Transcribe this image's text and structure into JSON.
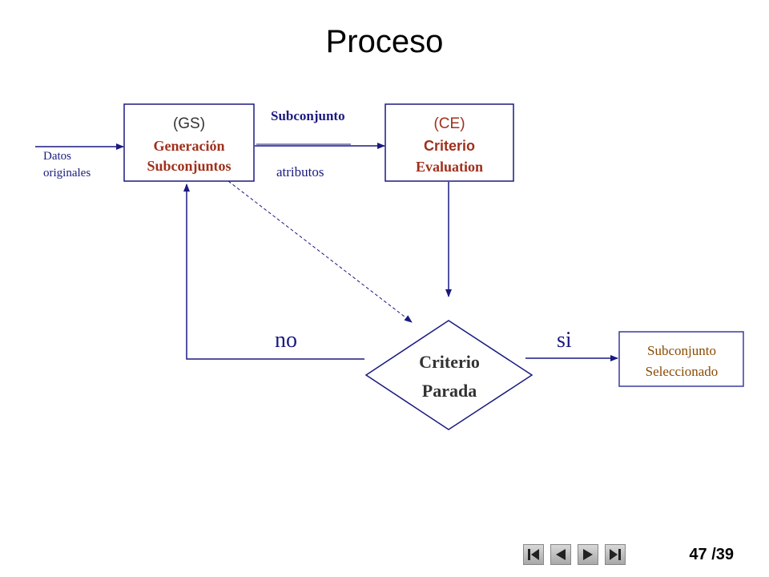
{
  "slide": {
    "title": "Proceso",
    "page_current": "47",
    "page_total": "/39"
  },
  "diagram": {
    "gs_box": {
      "line1": "(GS)",
      "line2": "Generación",
      "line3": "Subconjuntos"
    },
    "ce_box": {
      "line1": "(CE)",
      "line2": "Criterio",
      "line3": "Evaluation"
    },
    "input_label": {
      "line1": "Datos",
      "line2": "originales"
    },
    "edge_top_label": "Subconjunto",
    "edge_bottom_label": "atributos",
    "decision": {
      "line1": "Criterio",
      "line2": "Parada"
    },
    "no_label": "no",
    "si_label": "si",
    "result_box": {
      "line1": "Subconjunto",
      "line2": "Seleccionado"
    }
  },
  "colors": {
    "line": "#1a1a80",
    "box_text_red": "#a0301c",
    "box_text_dark": "#333333",
    "result_border": "#3a3aa0",
    "result_text": "#8b4a00"
  },
  "navigation": {
    "icons": [
      "first-slide-icon",
      "previous-slide-icon",
      "next-slide-icon",
      "last-slide-icon"
    ]
  }
}
